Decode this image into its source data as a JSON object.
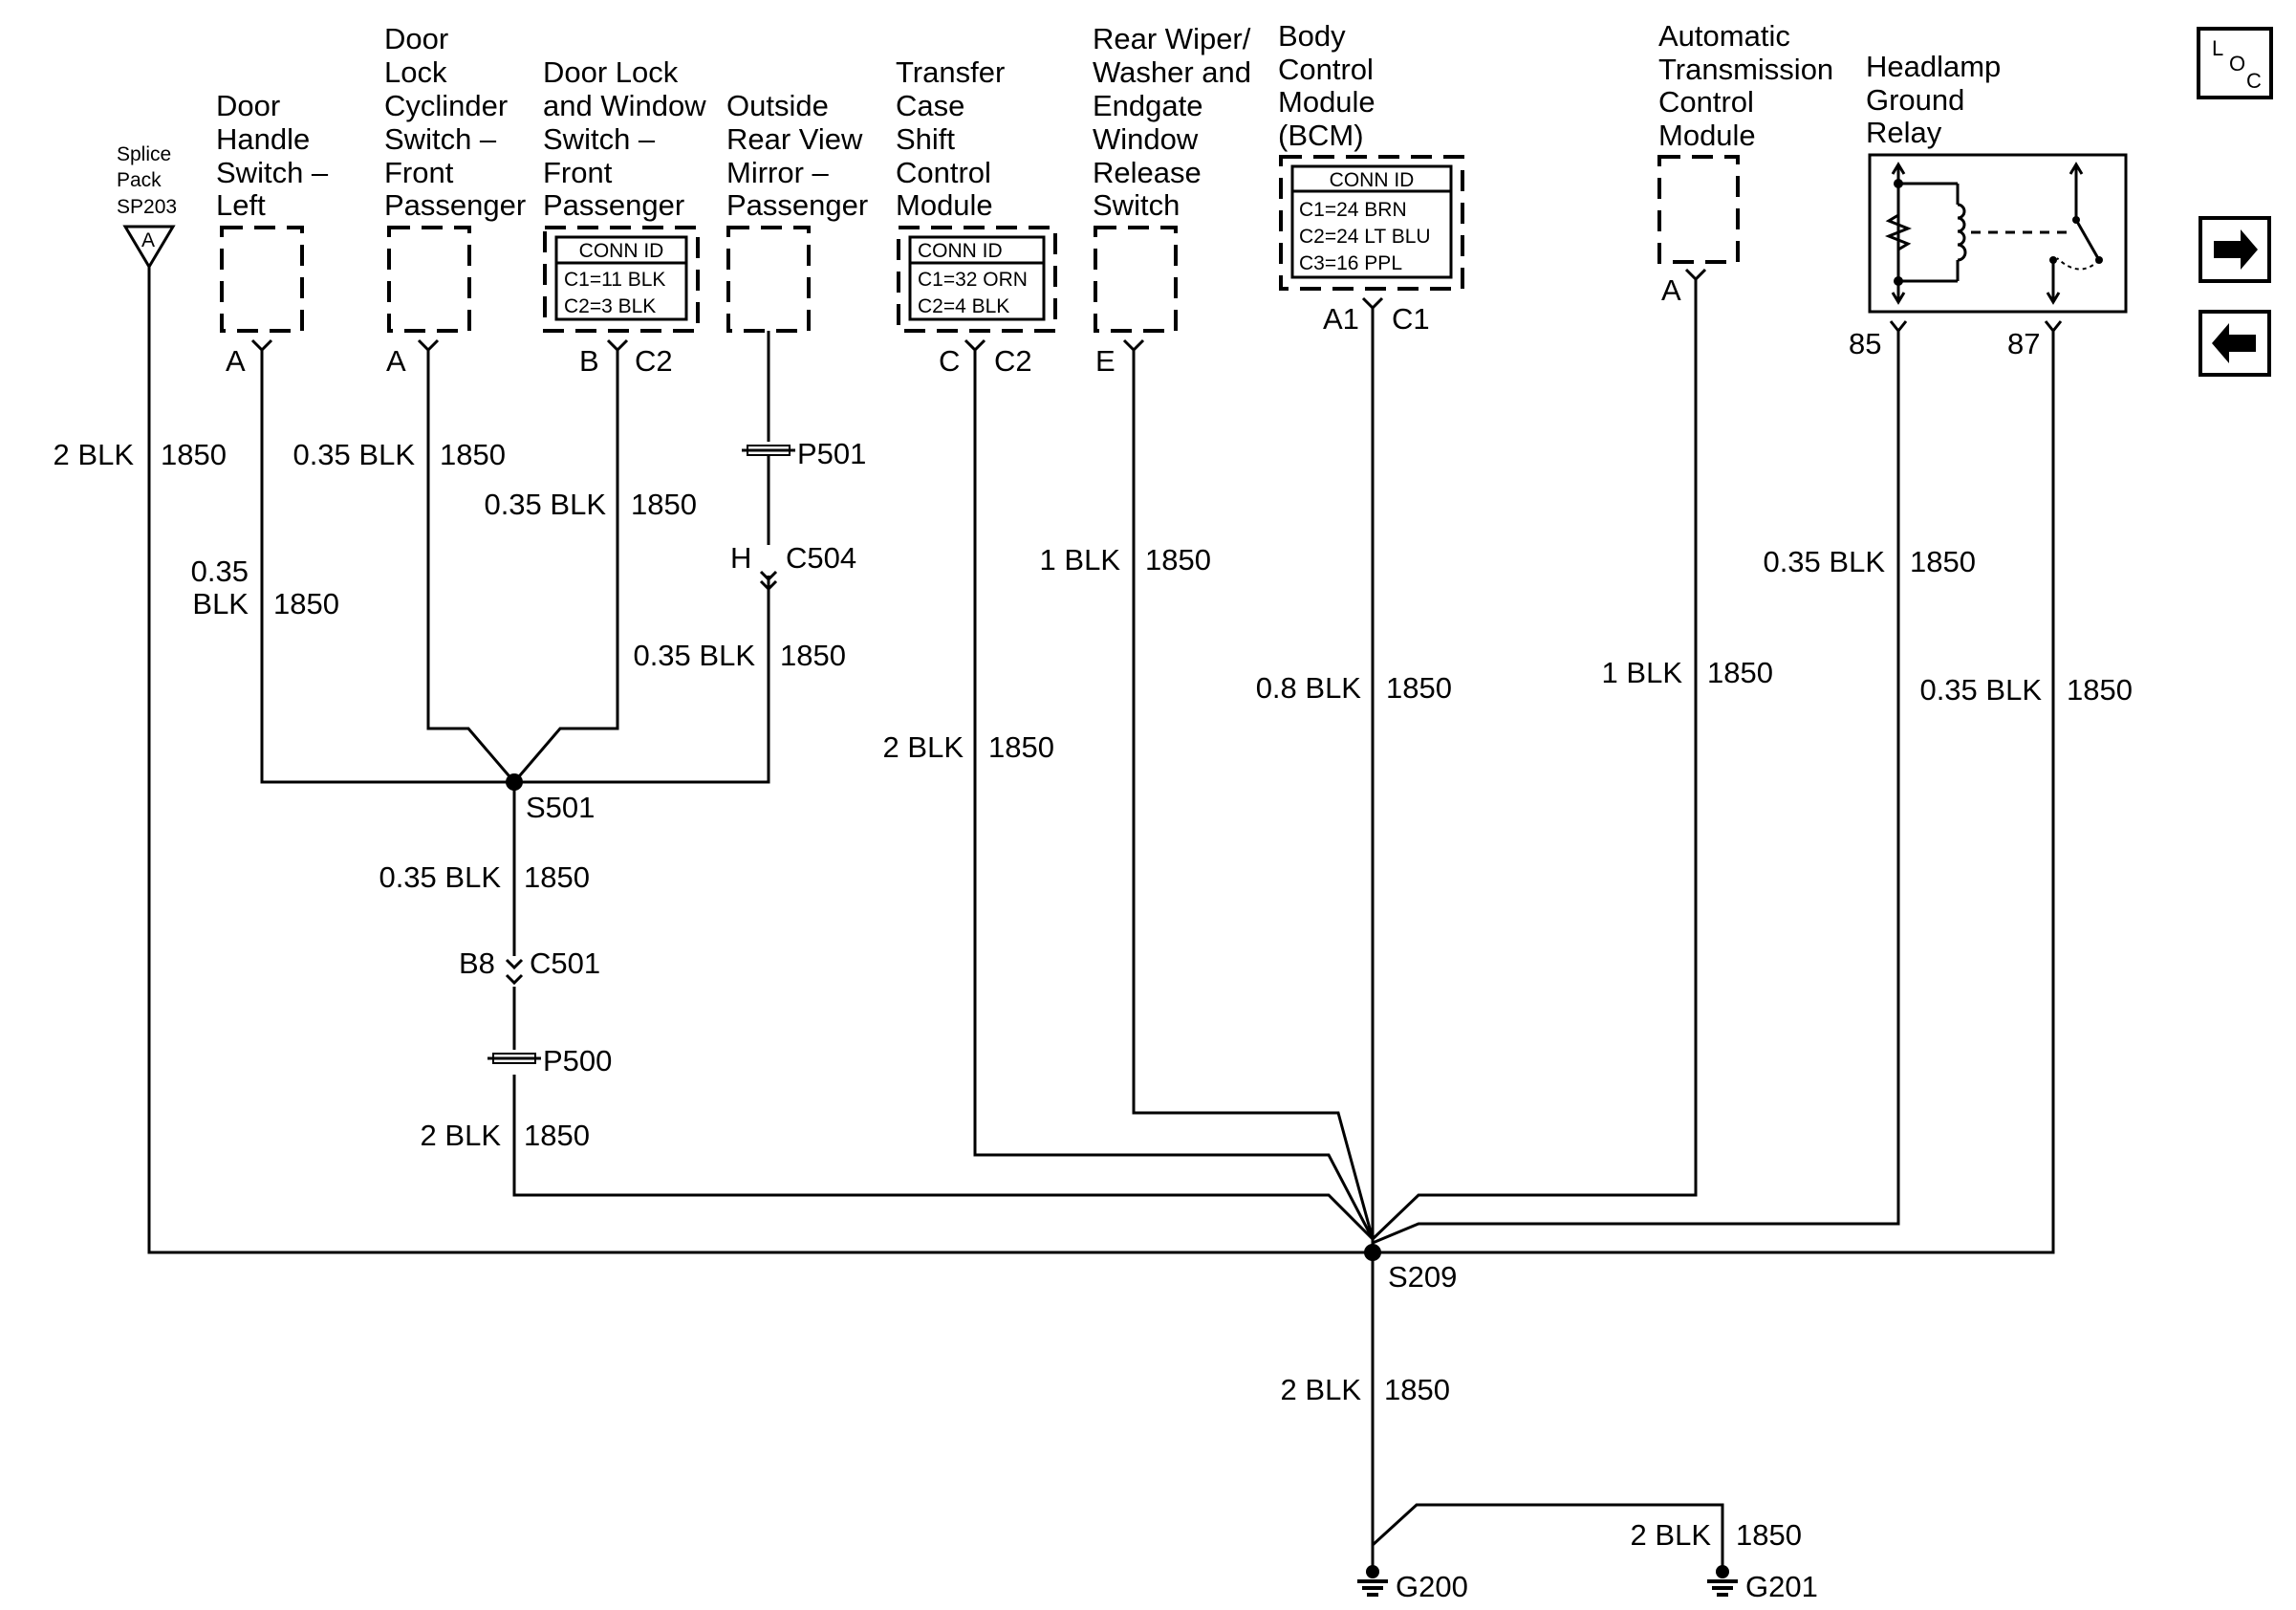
{
  "components": {
    "splice_pack": {
      "title_lines": [
        "Splice",
        "Pack",
        "SP203"
      ],
      "pin": "A"
    },
    "door_handle": {
      "title_lines": [
        "Door",
        "Handle",
        "Switch –",
        "Left"
      ],
      "pin": "A"
    },
    "door_lock_cyl": {
      "title_lines": [
        "Door",
        "Lock",
        "Cyclinder",
        "Switch –",
        "Front",
        "Passenger"
      ],
      "pin": "A"
    },
    "door_lock_window": {
      "title_lines": [
        "Door Lock",
        "and Window",
        "Switch –",
        "Front",
        "Passenger"
      ],
      "conn_title": "CONN ID",
      "conn_lines": [
        "C1=11 BLK",
        "C2=3 BLK"
      ],
      "pin": "B",
      "conn": "C2"
    },
    "outside_mirror": {
      "title_lines": [
        "Outside",
        "Rear View",
        "Mirror –",
        "Passenger"
      ]
    },
    "transfer_case": {
      "title_lines": [
        "Transfer",
        "Case",
        "Shift",
        "Control",
        "Module"
      ],
      "conn_title": "CONN ID",
      "conn_lines": [
        "C1=32 ORN",
        "C2=4 BLK"
      ],
      "pin": "C",
      "conn": "C2"
    },
    "rear_wiper": {
      "title_lines": [
        "Rear Wiper/",
        "Washer and",
        "Endgate",
        "Window",
        "Release",
        "Switch"
      ],
      "pin": "E"
    },
    "bcm": {
      "title_lines": [
        "Body",
        "Control",
        "Module",
        "(BCM)"
      ],
      "conn_title": "CONN ID",
      "conn_lines": [
        "C1=24 BRN",
        "C2=24 LT BLU",
        "C3=16 PPL"
      ],
      "pin": "A1",
      "conn": "C1"
    },
    "atcm": {
      "title_lines": [
        "Automatic",
        "Transmission",
        "Control",
        "Module"
      ],
      "pin": "A"
    },
    "headlamp_relay": {
      "title_lines": [
        "Headlamp",
        "Ground",
        "Relay"
      ],
      "pin_85": "85",
      "pin_87": "87"
    }
  },
  "wires": {
    "w_sp203": {
      "gauge": "2 BLK",
      "circuit": "1850"
    },
    "w_dh_gauge_lines": [
      "0.35",
      "BLK"
    ],
    "w_dh_circuit": "1850",
    "w_dlc": {
      "gauge": "0.35 BLK",
      "circuit": "1850"
    },
    "w_dlw": {
      "gauge": "0.35 BLK",
      "circuit": "1850"
    },
    "w_mirror": {
      "gauge": "0.35 BLK",
      "circuit": "1850"
    },
    "w_s501_down": {
      "gauge": "0.35 BLK",
      "circuit": "1850"
    },
    "w_p500_down": {
      "gauge": "2 BLK",
      "circuit": "1850"
    },
    "w_transfer": {
      "gauge": "2 BLK",
      "circuit": "1850"
    },
    "w_wiper": {
      "gauge": "1 BLK",
      "circuit": "1850"
    },
    "w_bcm": {
      "gauge": "0.8 BLK",
      "circuit": "1850"
    },
    "w_atcm": {
      "gauge": "1 BLK",
      "circuit": "1850"
    },
    "w_85": {
      "gauge": "0.35 BLK",
      "circuit": "1850"
    },
    "w_87": {
      "gauge": "0.35 BLK",
      "circuit": "1850"
    },
    "w_s209_down": {
      "gauge": "2 BLK",
      "circuit": "1850"
    },
    "w_g201": {
      "gauge": "2 BLK",
      "circuit": "1850"
    }
  },
  "connectors": {
    "p501": "P501",
    "c504_pin": "H",
    "c504": "C504",
    "c501_pin": "B8",
    "c501": "C501",
    "p500": "P500"
  },
  "splices": {
    "s501": "S501",
    "s209": "S209"
  },
  "grounds": {
    "g200": "G200",
    "g201": "G201"
  },
  "nav": {
    "loc_l": "L",
    "loc_o": "O",
    "loc_c": "C",
    "next_icon": "arrow-right-icon",
    "prev_icon": "arrow-left-icon"
  }
}
